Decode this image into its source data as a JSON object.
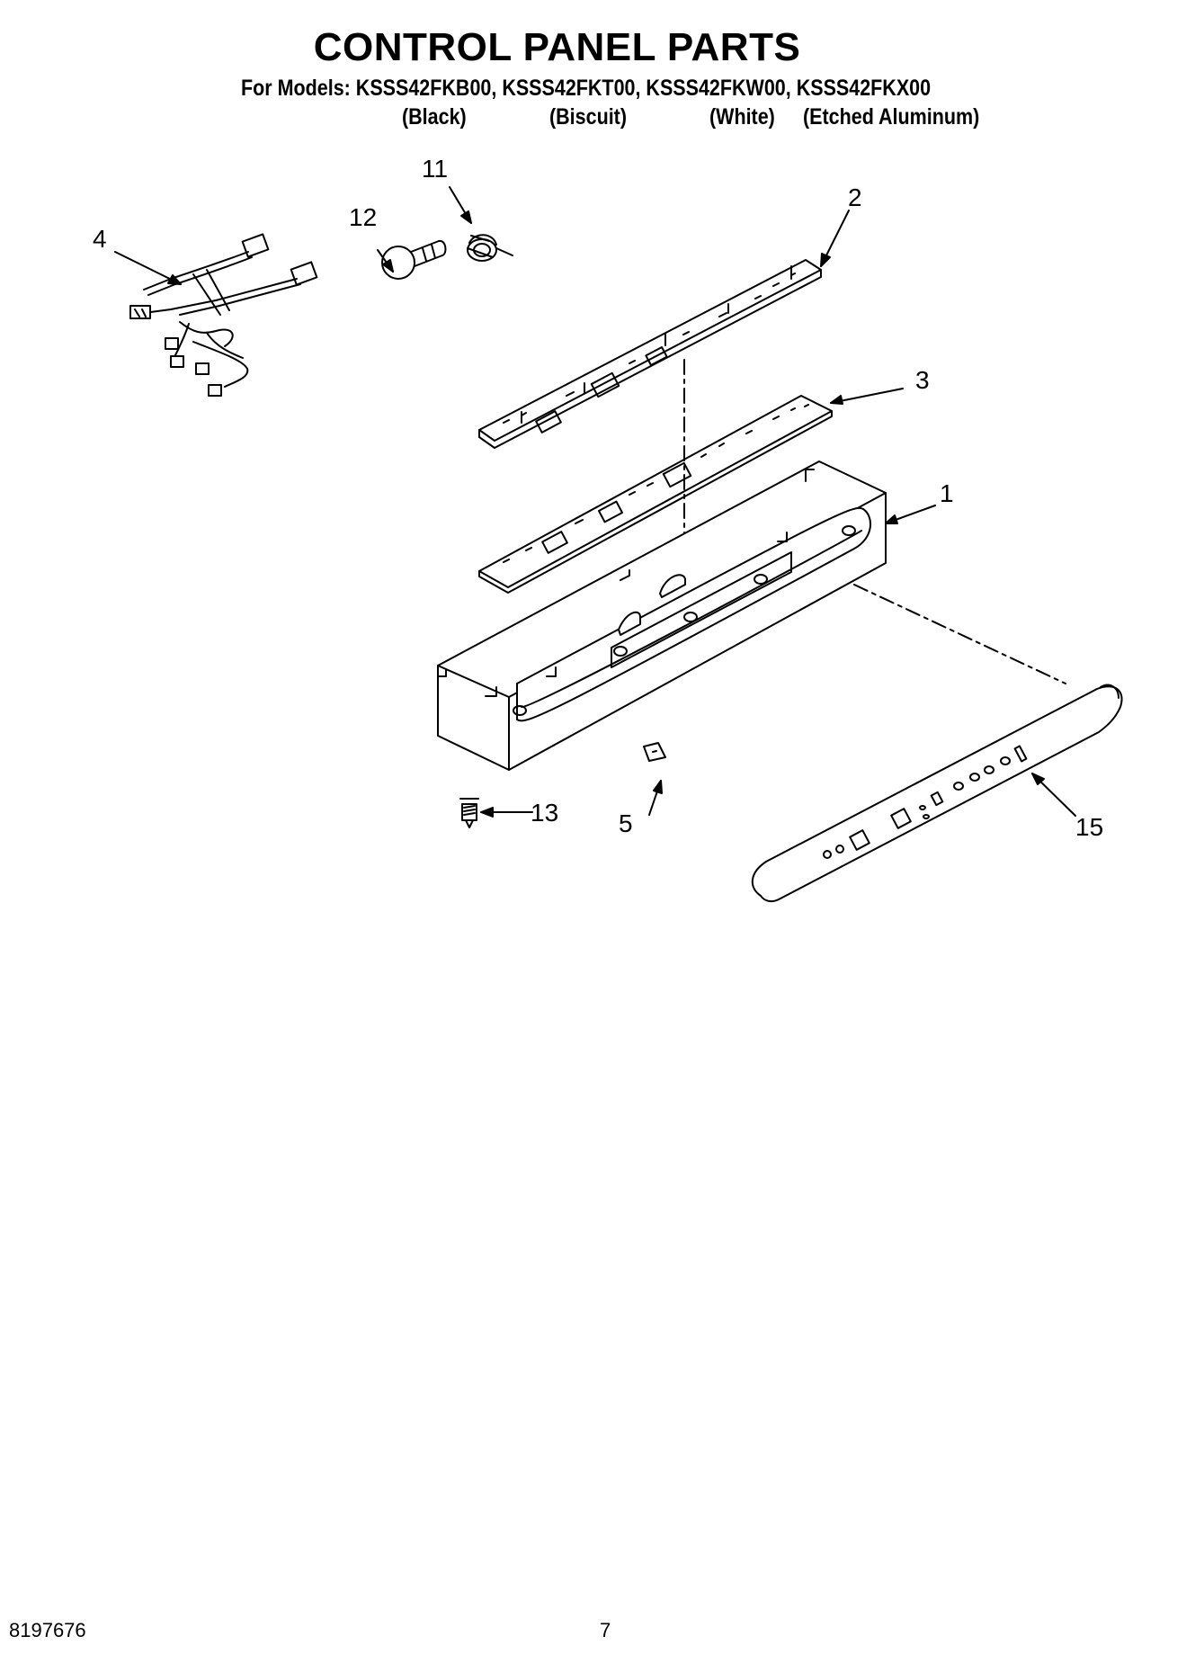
{
  "header": {
    "title": "CONTROL PANEL PARTS",
    "models_line": "For Models: KSSS42FKB00, KSSS42FKT00, KSSS42FKW00, KSSS42FKX00",
    "finishes": [
      "(Black)",
      "(Biscuit)",
      "(White)",
      "(Etched Aluminum)"
    ]
  },
  "callouts": {
    "c1": "1",
    "c2": "2",
    "c3": "3",
    "c4": "4",
    "c5": "5",
    "c11": "11",
    "c12": "12",
    "c13": "13",
    "c15": "15"
  },
  "footer": {
    "doc_number": "8197676",
    "page_number": "7"
  }
}
